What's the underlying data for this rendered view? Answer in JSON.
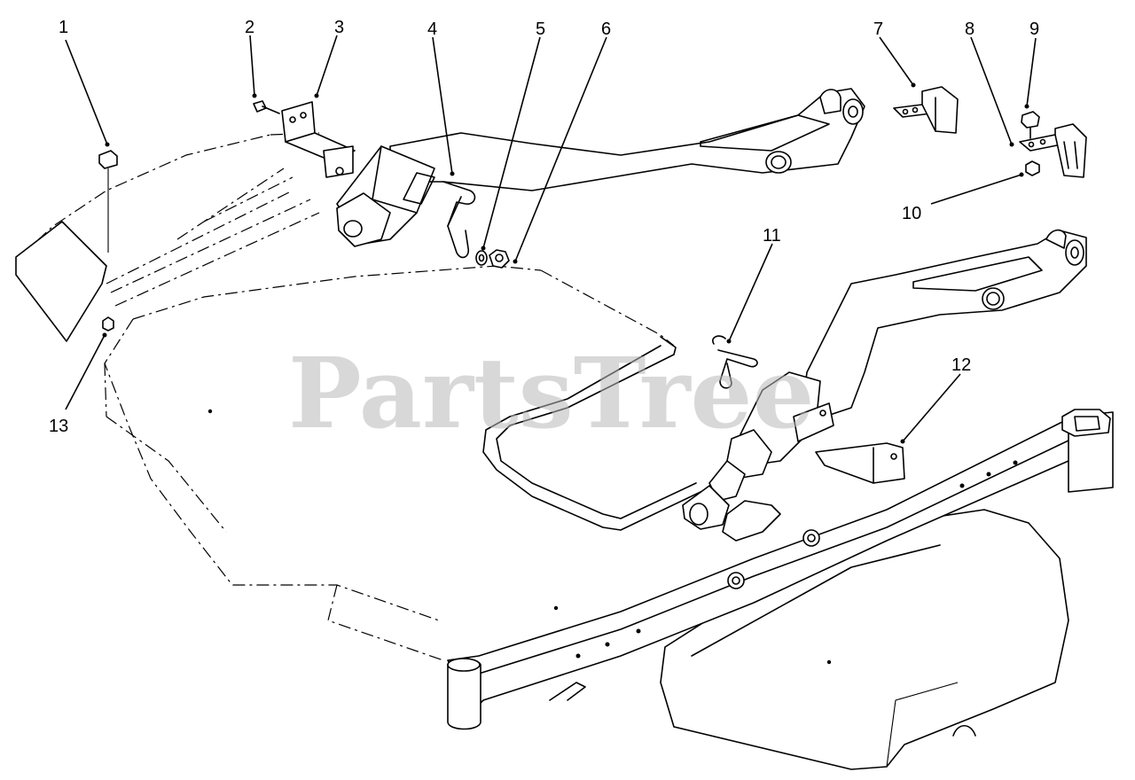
{
  "watermark": "PartsTree",
  "callouts": [
    {
      "label": "1"
    },
    {
      "label": "2"
    },
    {
      "label": "3"
    },
    {
      "label": "4"
    },
    {
      "label": "5"
    },
    {
      "label": "6"
    },
    {
      "label": "7"
    },
    {
      "label": "8"
    },
    {
      "label": "9"
    },
    {
      "label": "10"
    },
    {
      "label": "11"
    },
    {
      "label": "12"
    },
    {
      "label": "13"
    }
  ]
}
